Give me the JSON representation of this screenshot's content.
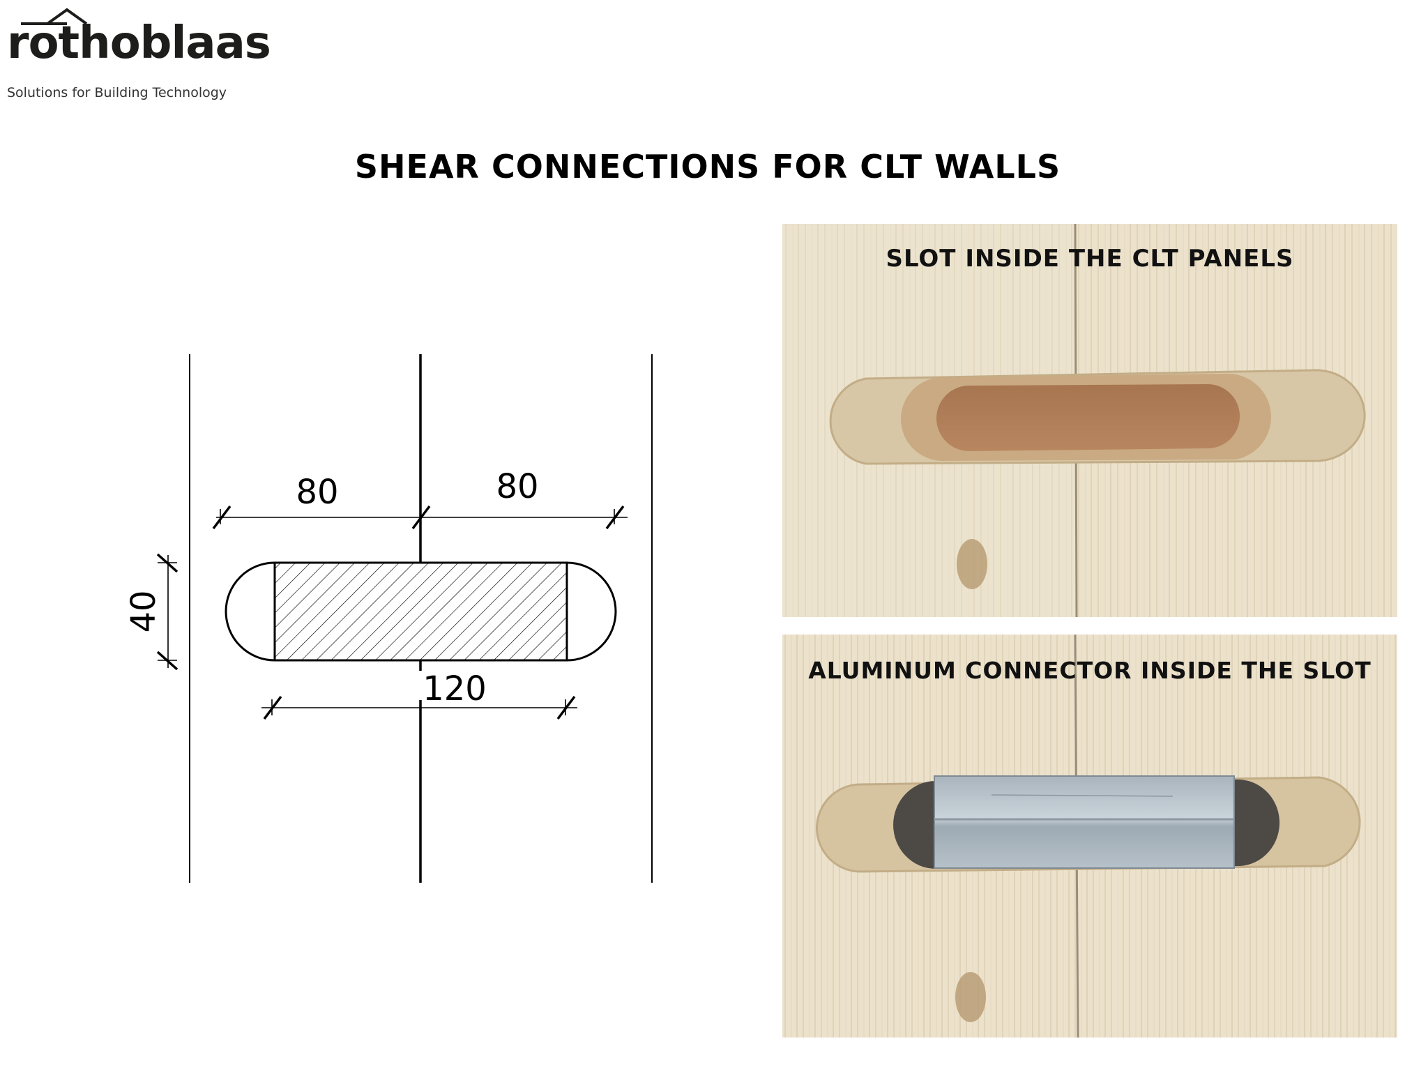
{
  "brand": {
    "name": "rothoblaas",
    "tagline": "Solutions for Building Technology"
  },
  "page": {
    "title": "SHEAR CONNECTIONS FOR CLT WALLS"
  },
  "diagram": {
    "dimensions": {
      "left_offset": "80",
      "right_offset": "80",
      "height": "40",
      "length": "120"
    }
  },
  "photos": [
    {
      "caption": "SLOT INSIDE THE CLT PANELS"
    },
    {
      "caption": "ALUMINUM CONNECTOR INSIDE THE SLOT"
    }
  ],
  "colors": {
    "wood": "#ece0c8",
    "slot_interior": "#9c6a44",
    "aluminum": "#b9c4cc"
  }
}
